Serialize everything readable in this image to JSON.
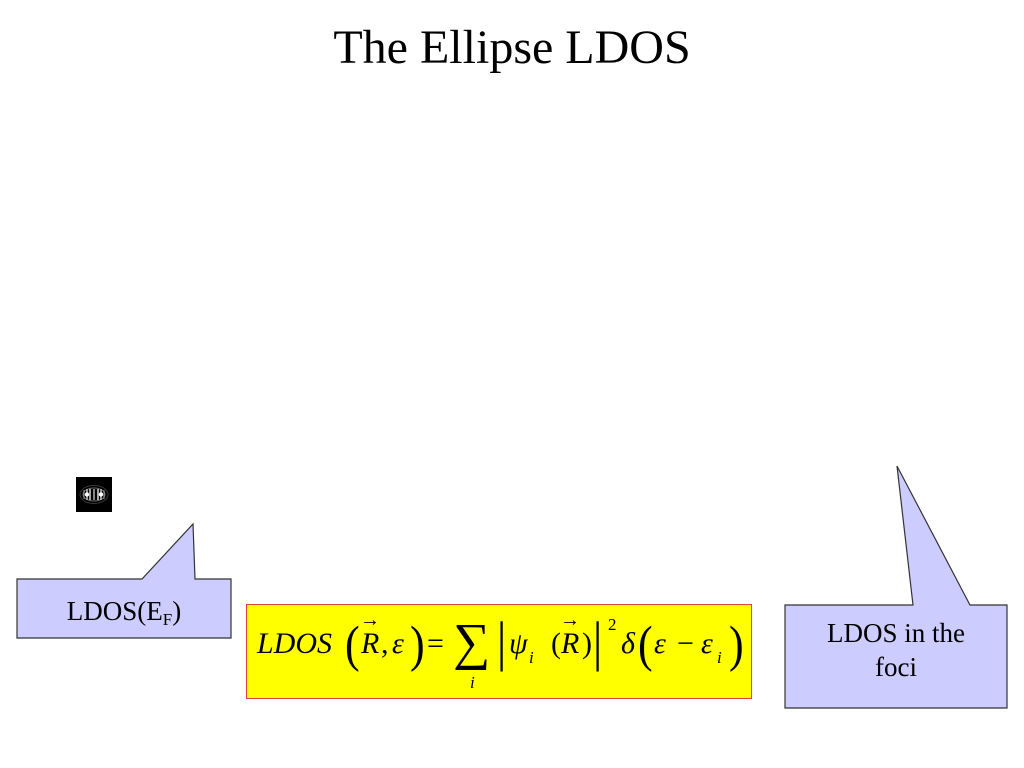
{
  "slide": {
    "title": "The Ellipse LDOS"
  },
  "callouts": {
    "ldos_ef": {
      "text": "LDOS(E",
      "subscript": "F",
      "close": ")"
    },
    "ldos_foci": {
      "line1": "LDOS in the",
      "line2": "foci"
    }
  },
  "formula": {
    "lhs": "LDOS",
    "vec_r": "R",
    "comma": ",",
    "epsilon": "ε",
    "equals": "=",
    "sum": "∑",
    "sum_index": "i",
    "psi": "ψ",
    "psi_index": "i",
    "power": "2",
    "delta": "δ",
    "minus": "−",
    "epsilon_i": "ε",
    "epsilon_index": "i"
  },
  "colors": {
    "callout_fill": "#ccccff",
    "callout_stroke": "#333333",
    "formula_fill": "#ffff00",
    "formula_border": "#e04040"
  }
}
